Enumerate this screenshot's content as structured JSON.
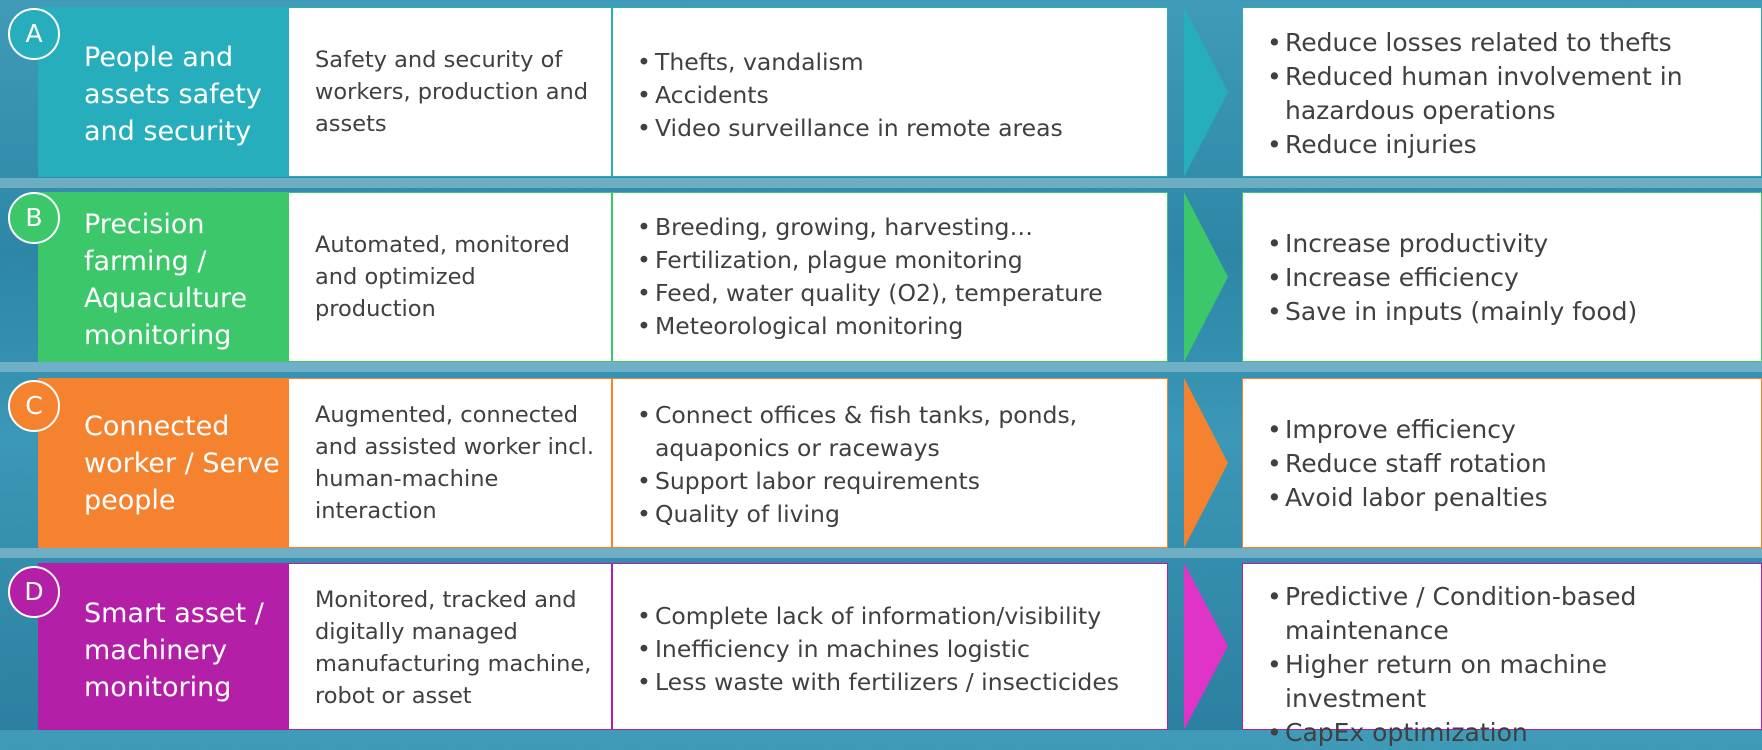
{
  "rows": [
    {
      "letter": "A",
      "title": "People and assets safety and security",
      "description": "Safety and security of workers, production and assets",
      "challenges": [
        "Thefts, vandalism",
        "Accidents",
        "Video surveillance in remote areas"
      ],
      "benefits": [
        "Reduce losses related to thefts",
        "Reduced human involvement in hazardous operations",
        "Reduce injuries"
      ],
      "color": "#27aebc"
    },
    {
      "letter": "B",
      "title": "Precision farming / Aquaculture monitoring",
      "description": "Automated, monitored and optimized production",
      "challenges": [
        "Breeding, growing, harvesting…",
        "Fertilization, plague monitoring",
        "Feed, water quality (O2), temperature",
        "Meteorological monitoring"
      ],
      "benefits": [
        "Increase productivity",
        "Increase efficiency",
        "Save in inputs (mainly food)"
      ],
      "color": "#3cc76a"
    },
    {
      "letter": "C",
      "title": "Connected worker / Serve people",
      "description": "Augmented, connected and assisted worker incl. human-machine interaction",
      "challenges": [
        "Connect offices & fish tanks, ponds, aquaponics or raceways",
        "Support labor requirements",
        "Quality of living"
      ],
      "benefits": [
        "Improve efficiency",
        "Reduce staff rotation",
        "Avoid labor penalties"
      ],
      "color": "#f5822f"
    },
    {
      "letter": "D",
      "title": "Smart asset  / machinery monitoring",
      "description": "Monitored, tracked and digitally managed manufacturing machine, robot or asset",
      "challenges": [
        "Complete lack of information/visibility",
        "Inefficiency in machines logistic",
        "Less waste with fertilizers / insecticides"
      ],
      "benefits": [
        "Predictive / Condition-based maintenance",
        "Higher return on machine investment",
        "CapEx optimization"
      ],
      "color": "#b31fa6"
    }
  ]
}
